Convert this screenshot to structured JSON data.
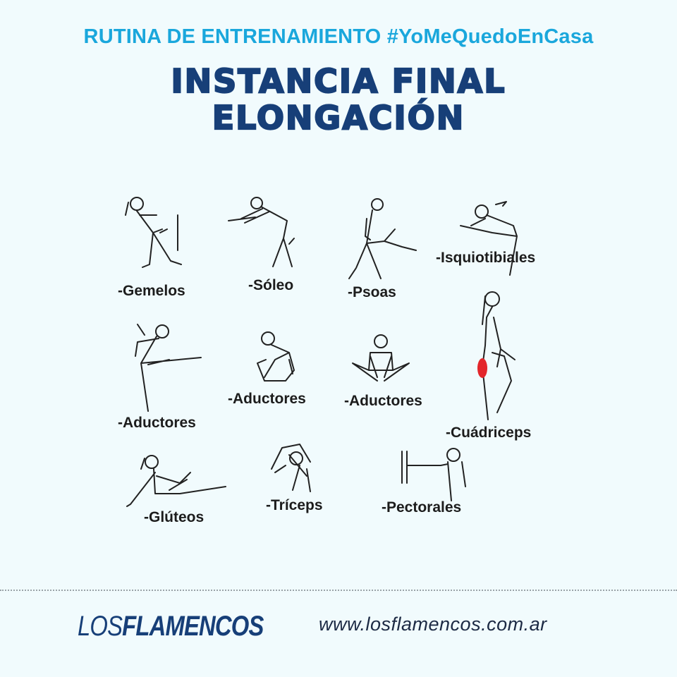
{
  "header": {
    "subtitle": "RUTINA DE ENTRENAMIENTO #YoMeQuedoEnCasa",
    "title_line1": "INSTANCIA FINAL",
    "title_line2": "ELONGACIÓN"
  },
  "exercises": [
    {
      "label": "-Gemelos"
    },
    {
      "label": "-Sóleo"
    },
    {
      "label": "-Psoas"
    },
    {
      "label": "-Isquiotibiales"
    },
    {
      "label": "-Aductores"
    },
    {
      "label": "-Aductores"
    },
    {
      "label": "-Aductores"
    },
    {
      "label": "-Cuádriceps"
    },
    {
      "label": "-Glúteos"
    },
    {
      "label": "-Tríceps"
    },
    {
      "label": "-Pectorales"
    }
  ],
  "footer": {
    "logo_light": "LOS",
    "logo_bold": "FLAMENCOS",
    "url": "www.losflamencos.com.ar"
  },
  "colors": {
    "background": "#f1fbfd",
    "accent": "#1aa7dc",
    "brand": "#173f78",
    "highlight": "#e3262b"
  }
}
